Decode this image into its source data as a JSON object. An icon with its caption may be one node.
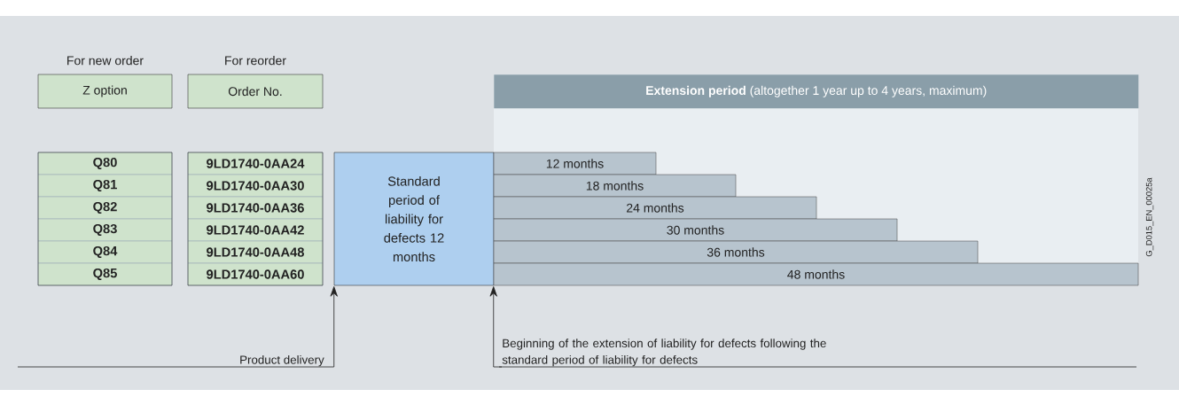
{
  "diagram": {
    "nodes": [
      {
        "text": [
          "For new order",
          "Z option"
        ]
      },
      {
        "text": [
          "For reorder",
          "Order No."
        ]
      },
      {
        "text": [
          "Q80"
        ]
      },
      {
        "text": [
          "Q81"
        ]
      },
      {
        "text": [
          "Q82"
        ]
      },
      {
        "text": [
          "Q83"
        ]
      },
      {
        "text": [
          "Q84"
        ]
      },
      {
        "text": [
          "Q85"
        ]
      },
      {
        "text": [
          "9LD1740-0AA24"
        ]
      },
      {
        "text": [
          "9LD1740-0AA30"
        ]
      },
      {
        "text": [
          "9LD1740-0AA36"
        ]
      },
      {
        "text": [
          "9LD1740-0AA42"
        ]
      },
      {
        "text": [
          "9LD1740-0AA48"
        ]
      },
      {
        "text": [
          "9LD1740-0AA60"
        ]
      },
      {
        "text": [
          "Standard period of liability for defects 12 months"
        ]
      },
      {
        "text": [
          "**Extension period** (altogether 1 year up to 4 years, maximum)"
        ]
      },
      {
        "text": [
          "12 months"
        ],
        "in": 15
      },
      {
        "text": [
          "18 months"
        ],
        "in": 15
      },
      {
        "text": [
          "24 months"
        ],
        "in": 15
      },
      {
        "text": [
          "30 months"
        ],
        "in": 15
      },
      {
        "text": [
          "36 months"
        ],
        "in": 15
      },
      {
        "text": [
          "48 months"
        ],
        "in": 15
      },
      {
        "text": [
          "Product delivery"
        ]
      },
      {
        "text": [
          "Beginning of the extension of liability for defects following the standard period of liability for defects"
        ]
      }
    ],
    "edges": [
      {
        "from": 22,
        "to": 14,
        "arrow": "to"
      },
      {
        "from": 23,
        "to": 15,
        "arrow": "to"
      }
    ],
    "labels": [
      "G_D015_EN_00025a"
    ]
  }
}
